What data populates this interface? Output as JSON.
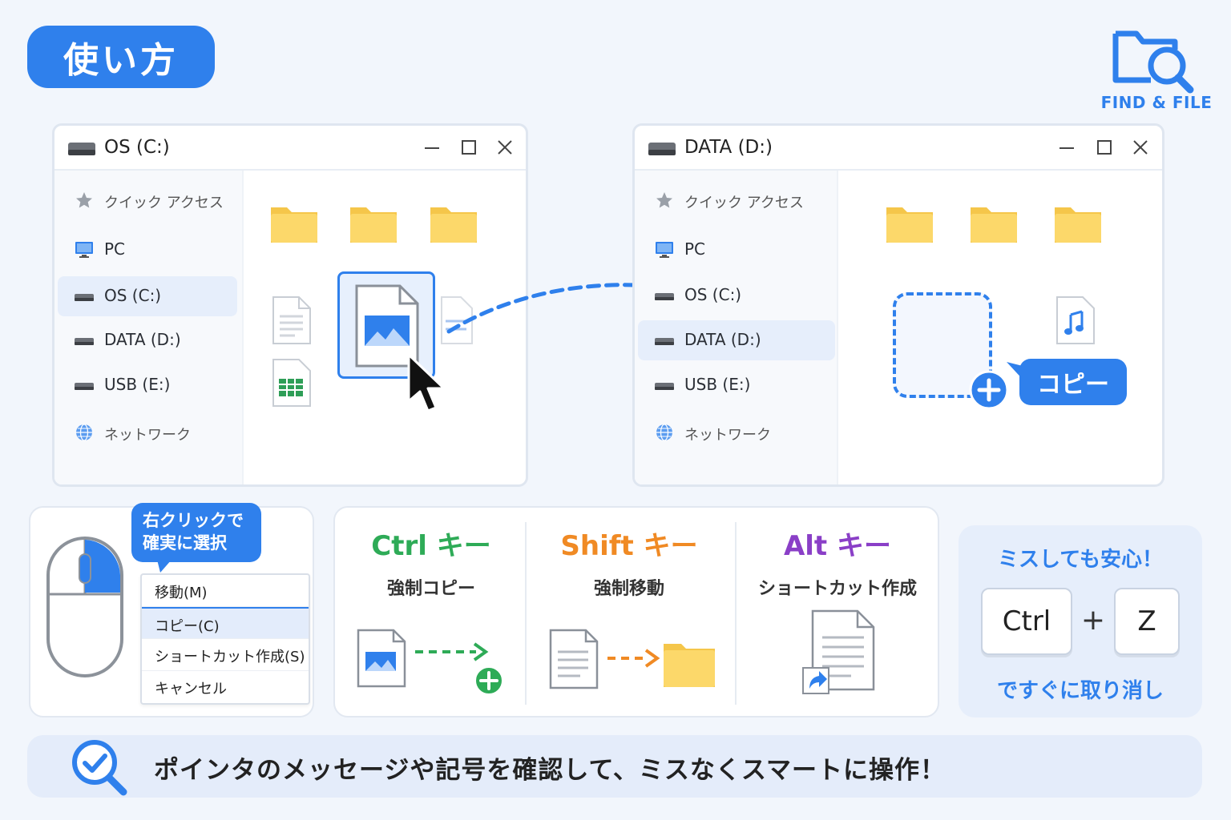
{
  "header": {
    "title": "使い方"
  },
  "logo": {
    "text": "FIND & FILE"
  },
  "source_window": {
    "title": "OS (C:)",
    "nav": [
      {
        "label": "クイック アクセス",
        "icon": "star-icon"
      },
      {
        "label": "PC",
        "icon": "monitor-icon"
      },
      {
        "label": "OS (C:)",
        "icon": "drive-icon",
        "selected": true
      },
      {
        "label": "DATA (D:)",
        "icon": "drive-icon"
      },
      {
        "label": "USB (E:)",
        "icon": "drive-icon"
      },
      {
        "label": "ネットワーク",
        "icon": "globe-icon"
      }
    ]
  },
  "dest_window": {
    "title": "DATA (D:)",
    "nav": [
      {
        "label": "クイック アクセス",
        "icon": "star-icon"
      },
      {
        "label": "PC",
        "icon": "monitor-icon"
      },
      {
        "label": "OS (C:)",
        "icon": "drive-icon"
      },
      {
        "label": "DATA (D:)",
        "icon": "drive-icon",
        "selected": true
      },
      {
        "label": "USB (E:)",
        "icon": "drive-icon"
      },
      {
        "label": "ネットワーク",
        "icon": "globe-icon"
      }
    ],
    "copy_badge": "コピー"
  },
  "right_click": {
    "bubble": [
      "右クリックで",
      "確実に選択"
    ],
    "menu": [
      {
        "label": "移動(M)"
      },
      {
        "label": "コピー(C)",
        "selected": true
      },
      {
        "label": "ショートカット作成(S)"
      },
      {
        "label": "キャンセル"
      }
    ]
  },
  "modifier_keys": [
    {
      "key": "Ctrl キー",
      "action": "強制コピー",
      "color": "#2eab57"
    },
    {
      "key": "Shift キー",
      "action": "強制移動",
      "color": "#f08a24"
    },
    {
      "key": "Alt キー",
      "action": "ショートカット作成",
      "color": "#8a3fc7"
    }
  ],
  "undo": {
    "heading": "ミスしても安心！",
    "keys": [
      "Ctrl",
      "Z"
    ],
    "plus": "+",
    "caption": "ですぐに取り消し"
  },
  "footer": {
    "text": "ポインタのメッセージや記号を確認して、ミスなくスマートに操作！"
  },
  "colors": {
    "accent": "#2f80ec",
    "folder": "#fcd86a",
    "background": "#f2f6fc"
  }
}
